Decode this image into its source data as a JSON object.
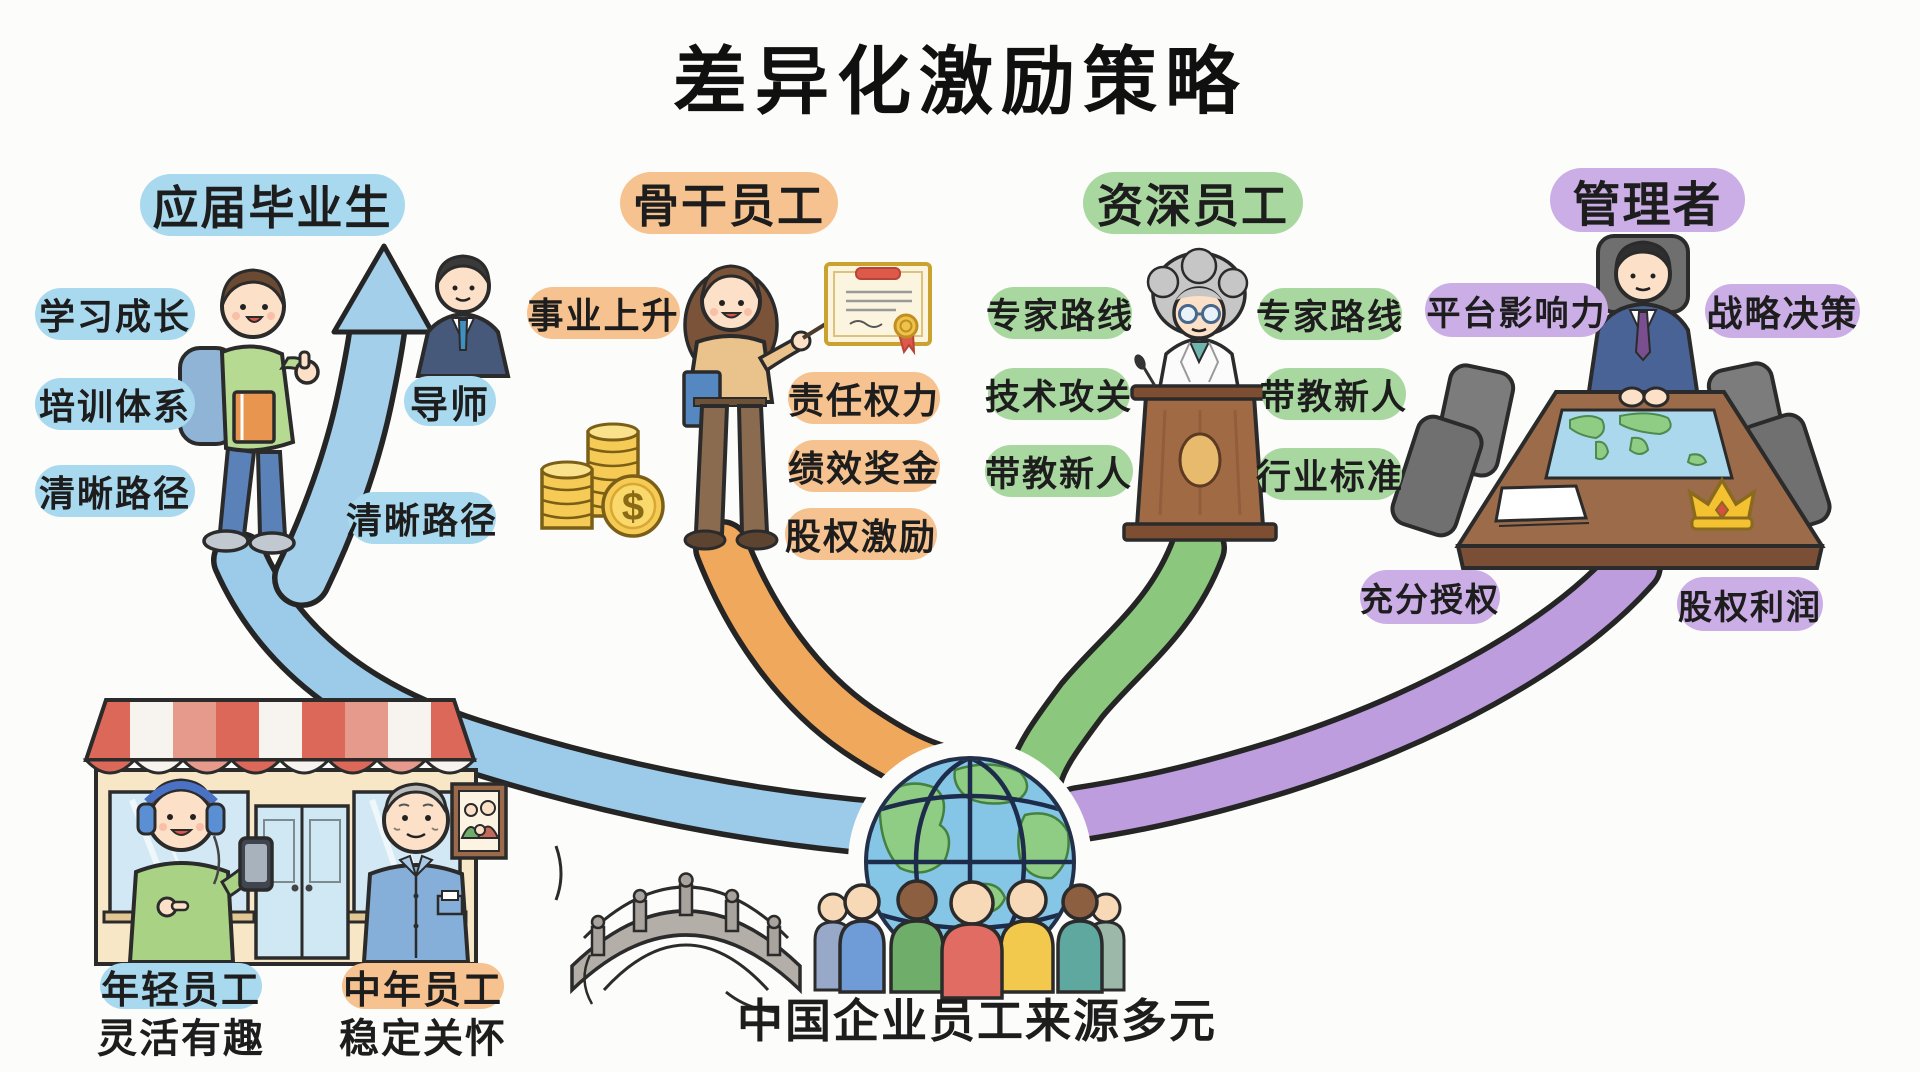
{
  "title": "差异化激励策略",
  "caption": "中国企业员工来源多元",
  "coin_symbol": "$",
  "colors": {
    "graduates_accent": "#a9d9ee",
    "backbone_accent": "#f6c28f",
    "senior_accent": "#a9d7a0",
    "managers_accent": "#cbaee6",
    "outline": "#2b2b2b"
  },
  "groups": {
    "graduates": {
      "header": "应届毕业生",
      "items": [
        "学习成长",
        "培训体系",
        "清晰路径"
      ],
      "mentor": "导师",
      "path": "清晰路径"
    },
    "backbone": {
      "header": "骨干员工",
      "left": "事业上升",
      "items": [
        "责任权力",
        "绩效奖金",
        "股权激励"
      ]
    },
    "senior": {
      "header": "资深员工",
      "left": [
        "专家路线",
        "技术攻关",
        "带教新人"
      ],
      "right": [
        "专家路线",
        "带教新人",
        "行业标准"
      ]
    },
    "managers": {
      "header": "管理者",
      "left": "平台影响力",
      "right": "战略决策",
      "bottom": [
        "充分授权",
        "股权利润"
      ]
    }
  },
  "bottom": {
    "young_pill": "年轻员工",
    "young_sub": "灵活有趣",
    "middle_pill": "中年员工",
    "middle_sub": "稳定关怀"
  },
  "illustrations": {
    "student": "graduate-student-with-backpack",
    "arrow": "upward-growth-arrow",
    "mentor": "mentor-in-suit",
    "presenter": "core-employee-with-pointer",
    "certificate": "award-certificate",
    "coins": "coin-stacks-with-dollar",
    "senior_expert": "senior-expert-at-podium",
    "manager": "manager-at-conference-table",
    "crown": "crown",
    "shop": "storefront-with-awning",
    "young_employee": "young-employee-with-headphones-and-phone",
    "middle_employee": "middle-aged-employee",
    "bridge": "stone-arch-bridge",
    "globe": "globe-with-diverse-people"
  }
}
